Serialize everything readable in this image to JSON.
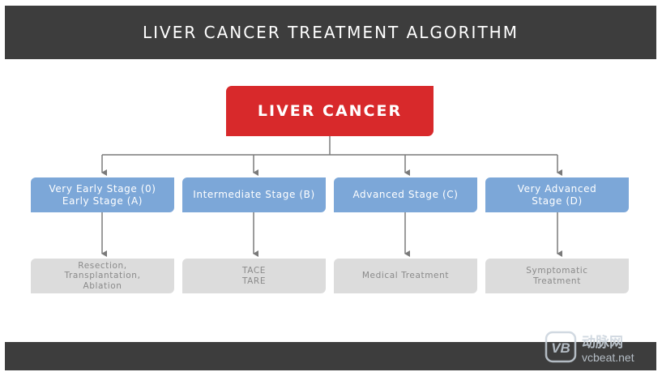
{
  "header": {
    "title": "LIVER CANCER TREATMENT ALGORITHM"
  },
  "root": {
    "label": "LIVER CANCER"
  },
  "stages": [
    {
      "lines": [
        "Very Early Stage (0)",
        "Early Stage (A)"
      ]
    },
    {
      "lines": [
        "Intermediate Stage (B)"
      ]
    },
    {
      "lines": [
        "Advanced Stage (C)"
      ]
    },
    {
      "lines": [
        "Very Advanced",
        "Stage (D)"
      ]
    }
  ],
  "treatments": [
    {
      "lines": [
        "Resection,",
        "Transplantation,",
        "Ablation"
      ]
    },
    {
      "lines": [
        "TACE",
        "TARE"
      ]
    },
    {
      "lines": [
        "Medical Treatment"
      ]
    },
    {
      "lines": [
        "Symptomatic",
        "Treatment"
      ]
    }
  ],
  "watermark": {
    "logo_text": "VB",
    "cn_text": "动脉网",
    "site": "vcbeat.net"
  },
  "colors": {
    "header_bg": "#3d3d3d",
    "root_bg": "#d8292b",
    "stage_bg": "#7ca7d8",
    "treatment_bg": "#dcdcdc",
    "connector": "#7a7a7a"
  }
}
